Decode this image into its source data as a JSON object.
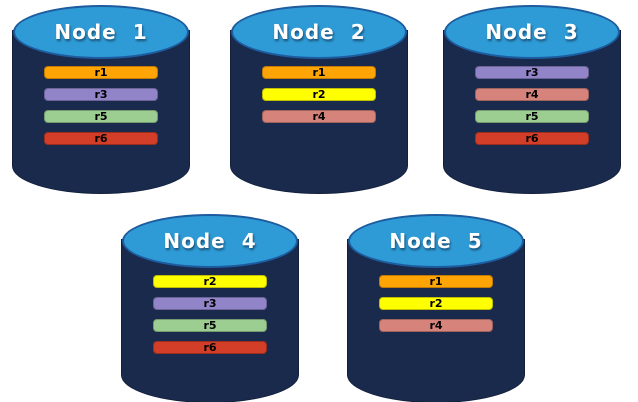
{
  "colors": {
    "background": "#ffffff",
    "cylinder_body": "#1A2A4C",
    "cylinder_outline": "#12203C",
    "cylinder_top": "#2E9BD6",
    "cylinder_top_border": "#1D5C9E",
    "node_label_text": "#ffffff",
    "replica_label_text": "#000000"
  },
  "replica_colors": {
    "r1": "#FFA405",
    "r2": "#FFFF00",
    "r3": "#9184C8",
    "r4": "#D5837B",
    "r5": "#9CCE92",
    "r6": "#D23E28"
  },
  "nodes": [
    {
      "label": "Node 1",
      "replicas": [
        "r1",
        "r3",
        "r5",
        "r6"
      ]
    },
    {
      "label": "Node 2",
      "replicas": [
        "r1",
        "r2",
        "r4"
      ]
    },
    {
      "label": "Node 3",
      "replicas": [
        "r3",
        "r4",
        "r5",
        "r6"
      ]
    },
    {
      "label": "Node 4",
      "replicas": [
        "r2",
        "r3",
        "r5",
        "r6"
      ]
    },
    {
      "label": "Node 5",
      "replicas": [
        "r1",
        "r2",
        "r4"
      ]
    }
  ]
}
